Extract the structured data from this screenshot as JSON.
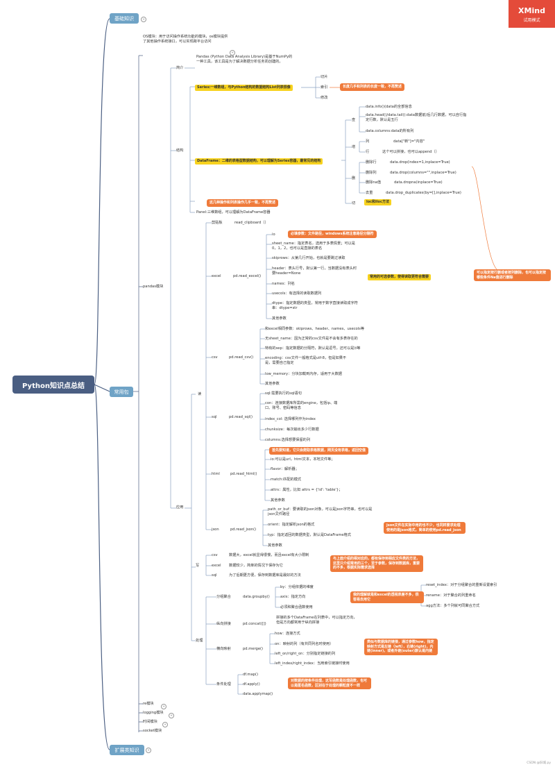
{
  "logo": {
    "title": "XMind",
    "subtitle": "试用模式"
  },
  "root": "Python知识点总结",
  "main": {
    "basic": "基础知识",
    "common": "常用包",
    "ext": "扩展类知识"
  },
  "os_desc": "OS模块：用于访问操作系统功能的模块，os模块提供了其他操作系统接口，可以实现跨平台访问",
  "pandas": {
    "label": "pandas模块",
    "intro_label": "简介",
    "intro": "Pandas (Python Data Analysis Library)是基于NumPy的一种工具，该工具是为了解决数据分析任务而创建的。",
    "struct_label": "结构",
    "series": "Series:一维数组，与Python结构的数据结构List列表很像",
    "series_ops": [
      "切片",
      "索引",
      "修改"
    ],
    "series_note": "长度几乎和列表的长度一致，不再赘述",
    "dataframe": "DataFrame：二维的表格型数据结构，可以理解为Series容器，最常见的结构",
    "df_note": "这几种操作和列表操作几乎一致，不再赘述",
    "check": "查",
    "check_items": [
      "data.info()(data的全部信息",
      "data.head()/data.tail():data数据前/后几行数据，可以自行指定行数，默认是五行",
      "data.columns:data的所有列"
    ],
    "add": "增",
    "add_items": [
      [
        "列",
        "data[\"新\"]=\"内容\""
      ],
      [
        "行",
        "这个可以拼接，也可以append（）"
      ]
    ],
    "delete": "删",
    "del_items": [
      [
        "删除行",
        "data.drop(index=1,inplace=True)"
      ],
      [
        "删除列",
        "data.drop(columns=\"\",inplace=True)"
      ],
      [
        "删除na值",
        "data.dropna(inplace=True)"
      ],
      [
        "去重",
        "data.drop_duplicates(by=[],inplace=True)"
      ]
    ],
    "cut": "切",
    "cut_item": "loc和iloc方法",
    "right_note": "可以指定按行删或者按列删除，也可以指定按哪些条件Na值进行删除",
    "panel": "Panel:三维数组，可以理解为DataFrame容器"
  },
  "apply": {
    "label": "应用",
    "read": "读",
    "clipboard": [
      "剪贴板",
      "read_clipboard（）"
    ],
    "excel": {
      "label": "excel",
      "fn": "pd.read_excel()",
      "io": "io",
      "io_note": "必填参数：文件路径，windows系统注意路径分隔符",
      "params": [
        "sheet_name：指定表名，选用于多表情景；可以是0，1，2，也可以是直接的表名",
        "skiprows：从第几行开始，也就是要跳过读取",
        "header：表头行号，默认第一行，当数据没有表头时要header=None",
        "names：列名",
        "usecols：有选择的读取数据列",
        "dtype：指定数据的类型，常用于数字直接读取成字符串：dtype=str",
        "其他参数"
      ],
      "note": "常用的可选参数，使得读取更符合需要"
    },
    "csv": {
      "label": "csv",
      "fn": "pd.read_csv()",
      "params": [
        "和excel相同参数：skiprows、header、names、usecols等",
        "无sheet_name：因为正常的csv文件是不会有多表存在的",
        "特有的sep：指定数据的分隔符，默认是逗号，还可以是\\t等",
        "encoding：csv文件一般格式是utf-8，但是如果不是，需要自己指定",
        "low_memory：分块加载到内存，适用于大数据",
        "其他参数"
      ]
    },
    "sql": {
      "label": "sql",
      "fn": "pd.read_sql()",
      "params": [
        "sql:需要执行的sql语句",
        "con：连接数据库所需的engine，包括ip、端口、账号、密码等信息",
        "index_col: 选择哪列作为index",
        "chunksize：每次输出多少行数据",
        "columns:选择想要保留的列"
      ]
    },
    "html": {
      "label": "html",
      "fn": "pd.read_html()",
      "note": "首先要知道，它只会爬取表格数据，网页没有表格，返回空值",
      "params": [
        "io:可以是url，html文本，本地文件等；",
        "flavor：解析器；",
        "match:匹配的模式",
        "attrs：属性，比如 attrs = {'id': 'table'}；",
        "其他参数"
      ]
    },
    "json": {
      "label": "json",
      "fn": "pd.read_json()",
      "params": [
        "path_or_buf：要读取的json对象，可以是json字符串，也可以是json文件路径",
        "orient：指定解析json的格式",
        "typ：指定返回的数据类型，默认是DataFrame格式",
        "其他参数"
      ],
      "note": "json文件在实际中用的也不少，也同样要求处理使用的是json格式，简单的使用pd.read_json"
    },
    "write": "写",
    "write_items": [
      [
        "csv",
        "数据大，excel就显得很慢，而且excel有大小限制"
      ],
      [
        "excel",
        "数据较少，简单的情况下保存为它"
      ],
      [
        "sql",
        "为了后期更方便，保存到数据库是最好的方法"
      ]
    ],
    "write_note": "与上面介绍的相对应的，都有保存到相应文件类的方法，这里只介绍常用的三个，至于参数，保存到数据库，重要的不多，根据实际需求选择"
  },
  "process": {
    "label": "处理",
    "group": {
      "label": "分组聚合",
      "fn": "data.groupby()",
      "params": [
        "by：分组依据的维度",
        "axis：指定方向",
        "必须和聚合函数使用"
      ],
      "note": "我的理解就是和excel的透视表差不多，很容易去用它",
      "right": [
        "reset_index：对于分组聚合的重新设置索引",
        "rename：对于聚合的列重命名",
        "agg方法：多个列就可同聚合方式"
      ]
    },
    "concat": {
      "label": "纵向拼接",
      "fn": "pd.concat([])",
      "desc": "拼接的多个DataFrame在列表中，可以指定方向，但是方向都常用于纵向拼接"
    },
    "merge": {
      "label": "横向映射",
      "fn": "pd.merge()",
      "params": [
        "how：连接方式",
        "on：映射的列（有共同列名时使用）",
        "left_on/right_on：分别指定链接的列",
        "left_index/right_index：当用索引链接时使用"
      ],
      "note": "类似与数据库的链接，通过参数how，指定映射方式是左链（left），右链(right)，内链(inner)，或者外链(outer)默认是内链"
    },
    "cond": {
      "label": "条件处理",
      "params": [
        "df.map()",
        "df.apply()",
        "data.applymap()"
      ],
      "note": "对数据的按条件处理，这写函数是处理函数，也可以是匿名函数，区别在于处理的颗粒度不一样"
    }
  },
  "modules": [
    "re模块",
    "logging模块",
    "时间模块",
    "socket模块"
  ],
  "watermark": "CSDN @旧城.py"
}
